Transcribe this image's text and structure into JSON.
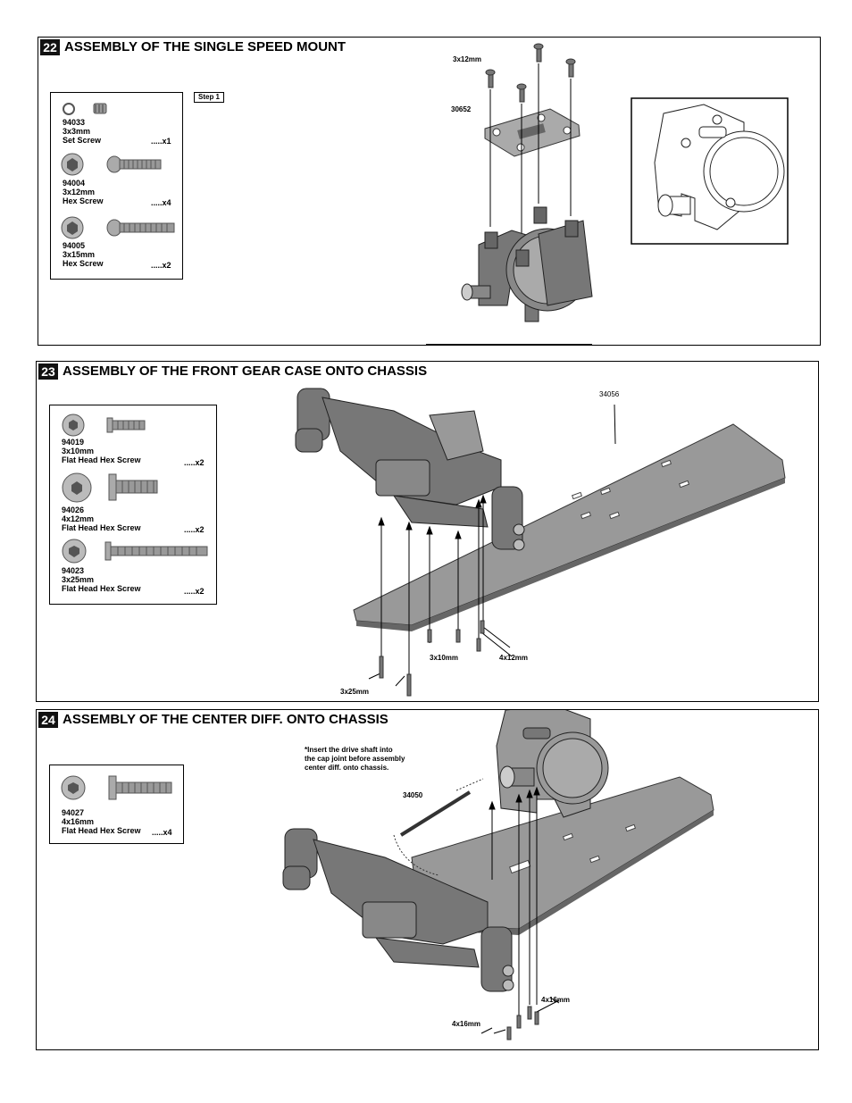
{
  "steps": [
    {
      "number": "22",
      "title": "ASSEMBLY OF THE  SINGLE SPEED MOUNT",
      "step_tag": "Step 1",
      "parts": [
        {
          "code": "94033",
          "size": "3x3mm",
          "name": "Set Screw",
          "qty": ".....x1"
        },
        {
          "code": "94004",
          "size": "3x12mm",
          "name": "Hex Screw",
          "qty": ".....x4"
        },
        {
          "code": "94005",
          "size": "3x15mm",
          "name": "Hex Screw",
          "qty": ".....x2"
        }
      ],
      "labels": {
        "screw_size": "3x12mm",
        "part_no": "30652"
      }
    },
    {
      "number": "23",
      "title": "ASSEMBLY OF THE FRONT GEAR CASE ONTO CHASSIS",
      "parts": [
        {
          "code": "94019",
          "size": "3x10mm",
          "name": "Flat Head Hex Screw",
          "qty": ".....x2"
        },
        {
          "code": "94026",
          "size": "4x12mm",
          "name": "Flat Head Hex Screw",
          "qty": ".....x2"
        },
        {
          "code": "94023",
          "size": "3x25mm",
          "name": "Flat Head Hex Screw",
          "qty": ".....x2"
        }
      ],
      "labels": {
        "part_no": "34056",
        "a": "3x10mm",
        "b": "4x12mm",
        "c": "3x25mm"
      }
    },
    {
      "number": "24",
      "title": "ASSEMBLY OF THE CENTER DIFF. ONTO CHASSIS",
      "parts": [
        {
          "code": "94027",
          "size": "4x16mm",
          "name": "Flat Head Hex Screw",
          "qty": ".....x4"
        }
      ],
      "note": [
        "*Insert the drive shaft into",
        "  the cap joint before assembly",
        "  center diff. onto chassis."
      ],
      "labels": {
        "part_no": "34050",
        "a": "4x16mm",
        "b": "4x16mm"
      }
    }
  ]
}
